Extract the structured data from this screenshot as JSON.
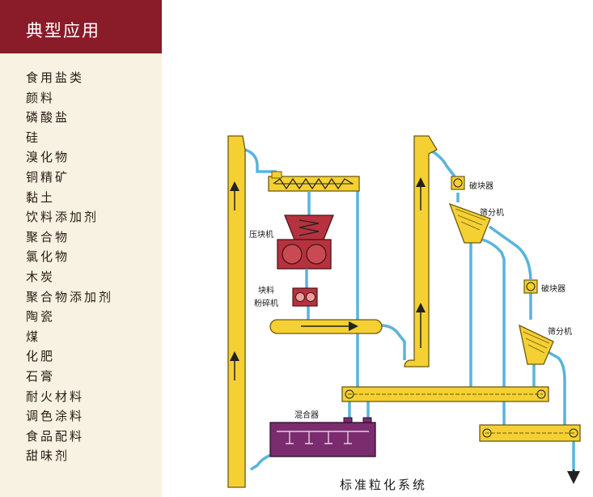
{
  "sidebar": {
    "title": "典型应用",
    "items": [
      "食用盐类",
      "颜料",
      "磷酸盐",
      "硅",
      "溴化物",
      "铜精矿",
      "黏土",
      "饮料添加剂",
      "聚合物",
      "氯化物",
      "木炭",
      "聚合物添加剂",
      "陶瓷",
      "煤",
      "化肥",
      "石膏",
      "耐火材料",
      "调色涂料",
      "食品配料",
      "甜味剂"
    ]
  },
  "diagram": {
    "caption": "标准粒化系统",
    "labels": {
      "briquetter": "压块机",
      "crusher_line1": "块料",
      "crusher_line2": "粉碎机",
      "lump_breaker_1": "破块器",
      "screen_1": "筛分机",
      "lump_breaker_2": "破块器",
      "screen_2": "筛分机",
      "mixer": "混合器"
    }
  },
  "colors": {
    "header_bg": "#8a1c2a",
    "sidebar_bg": "#f7f2e2",
    "equipment_yellow": "#f5d033",
    "equipment_red": "#b5323e",
    "mixer_purple": "#7a2c6e",
    "pipe_blue": "#58b4dc"
  }
}
